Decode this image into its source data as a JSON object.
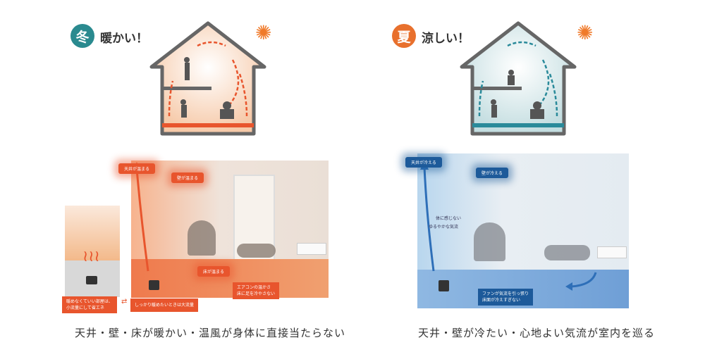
{
  "winter": {
    "badge": "冬",
    "title": "暖かい！",
    "caption": "天井・壁・床が暖かい・温風が身体に直接当たらない",
    "labels": {
      "ceiling": "天井が温まる",
      "wall": "壁が温まる",
      "floor": "床が温まる",
      "aircon1": "エアコンの温かさ",
      "aircon2": "床に足を冷やさない",
      "small1": "暖めなくていい部屋は、",
      "small2": "小流量にして省エネ",
      "large": "しっかり暖めたいときは大流量"
    },
    "color": "#e8552d",
    "badge_color": "#2a8a8f"
  },
  "summer": {
    "badge": "夏",
    "title": "涼しい！",
    "caption": "天井・壁が冷たい・心地よい気流が室内を巡る",
    "labels": {
      "ceiling": "天井が冷える",
      "wall": "壁が冷える",
      "breeze1": "体に感じない",
      "breeze2": "ゆるやかな気流",
      "fan1": "ファンが気流を引っ張り",
      "fan2": "床面が冷えすぎない"
    },
    "color": "#1d5a9a",
    "badge_color": "#e8702d"
  },
  "icons": {
    "sun": "sun-icon"
  }
}
